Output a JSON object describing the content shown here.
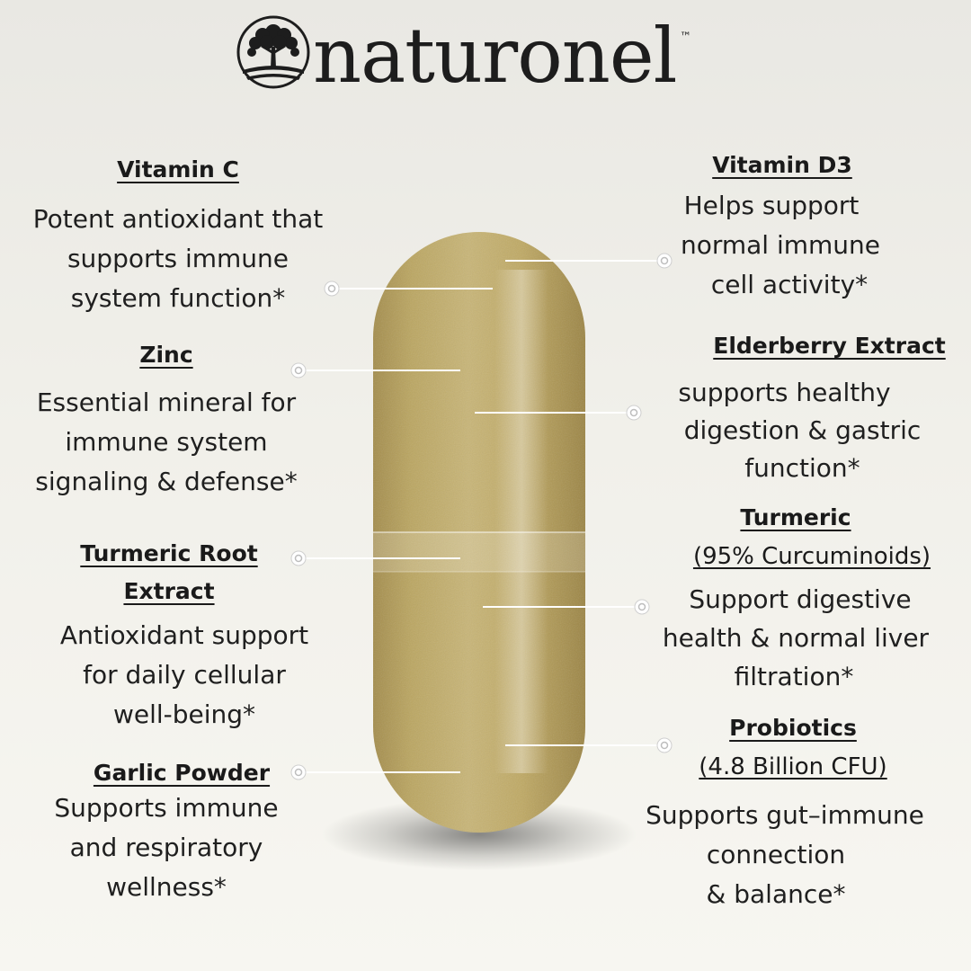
{
  "brand": {
    "name": "naturonel",
    "trademark": "™",
    "logo_icon": "tree-of-life-icon"
  },
  "colors": {
    "background": "#efeee8",
    "text": "#1a1a1a",
    "capsule": "#bda865",
    "leader": "#ffffff"
  },
  "ingredients": [
    {
      "title": "Vitamin C",
      "desc": [
        "Potent antioxidant that",
        "supports immune",
        "system function*"
      ]
    },
    {
      "title": "Zinc",
      "desc": [
        "Essential mineral for",
        "immune system",
        "signaling & defense*"
      ]
    },
    {
      "title": [
        "Turmeric Root",
        "Extract"
      ],
      "desc": [
        "Antioxidant support",
        "for daily cellular",
        "well-being*"
      ]
    },
    {
      "title": "Garlic Powder",
      "desc": [
        "Supports immune",
        "and respiratory",
        "wellness*"
      ]
    },
    {
      "title": "Vitamin D3",
      "desc": [
        "Helps support",
        "normal immune",
        "cell activity*"
      ]
    },
    {
      "title": "Elderberry Extract",
      "desc": [
        "supports healthy",
        "digestion & gastric",
        "function*"
      ]
    },
    {
      "title": "Turmeric",
      "subtitle": "(95% Curcuminoids)",
      "desc": [
        "Support digestive",
        "health & normal liver",
        "filtration*"
      ]
    },
    {
      "title": "Probiotics",
      "subtitle": "(4.8 Billion CFU)",
      "desc": [
        "Supports gut–immune",
        "connection",
        "& balance*"
      ]
    }
  ]
}
